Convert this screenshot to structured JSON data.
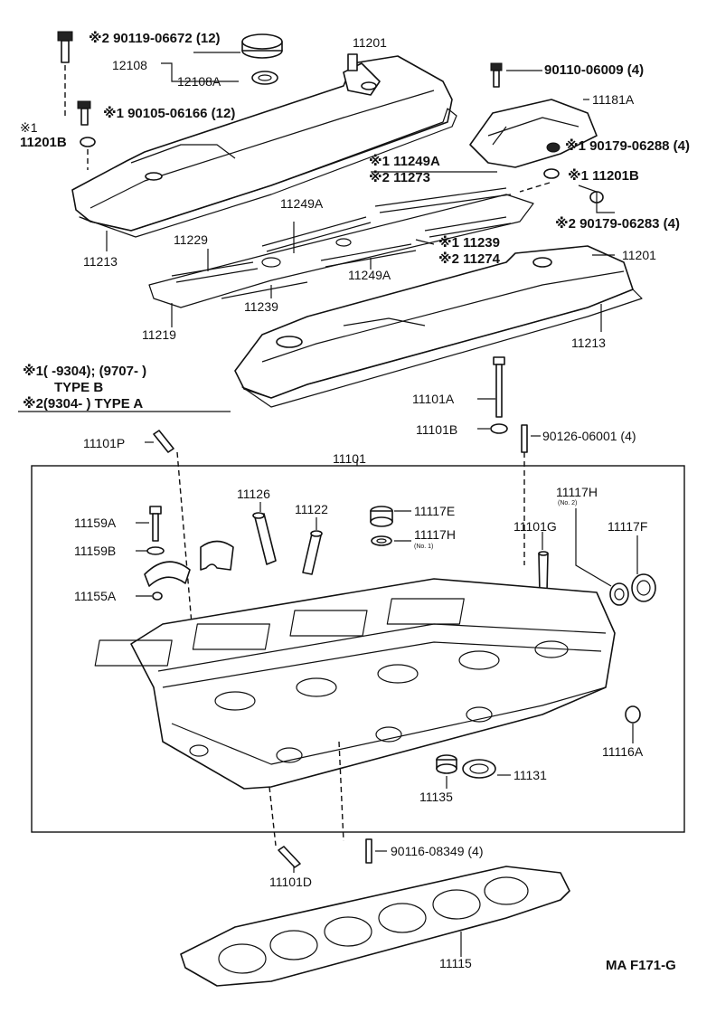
{
  "labels": {
    "l_90119": "※2 90119-06672 (12)",
    "l_12108": "12108",
    "l_12108A": "12108A",
    "l_11201_top": "11201",
    "l_90110": "90110-06009 (4)",
    "l_11181A": "11181A",
    "l_90105": "※1 90105-06166 (12)",
    "l_11201B_left_mark": "※1",
    "l_11201B_left": "11201B",
    "l_90179_06288": "※1 90179-06288 (4)",
    "l_11249A_mid": "※1 11249A",
    "l_11273": "※2 11273",
    "l_11201B_right": "※1 11201B",
    "l_11249A_top": "11249A",
    "l_11229": "11229",
    "l_90179_06283": "※2 90179-06283 (4)",
    "l_11239_r": "※1 11239",
    "l_11274": "※2 11274",
    "l_11213_left": "11213",
    "l_11249A_low": "11249A",
    "l_11201_right": "11201",
    "l_11239_low": "11239",
    "l_11219": "11219",
    "l_11213_right": "11213",
    "l_11101A": "11101A",
    "l_11101B": "11101B",
    "l_90126": "90126-06001 (4)",
    "l_11101P": "11101P",
    "l_11101": "11101",
    "l_11126": "11126",
    "l_11122": "11122",
    "l_11117H_no2": "11117H",
    "l_no2": "(No. 2)",
    "l_11117E": "11117E",
    "l_11101G": "11101G",
    "l_11117F": "11117F",
    "l_11117H_no1": "11117H",
    "l_no1": "(No. 1)",
    "l_11159A": "11159A",
    "l_11159B": "11159B",
    "l_11155A": "11155A",
    "l_11116A": "11116A",
    "l_11131": "11131",
    "l_11135": "11135",
    "l_11101D": "11101D",
    "l_90116": "90116-08349 (4)",
    "l_11115": "11115",
    "l_code": "MA F171-G"
  },
  "notes": {
    "note1_line1": "※1(      -9304); (9707-      )",
    "note1_line2": "TYPE B",
    "note2_line1": "※2(9304-        ) TYPE A"
  }
}
